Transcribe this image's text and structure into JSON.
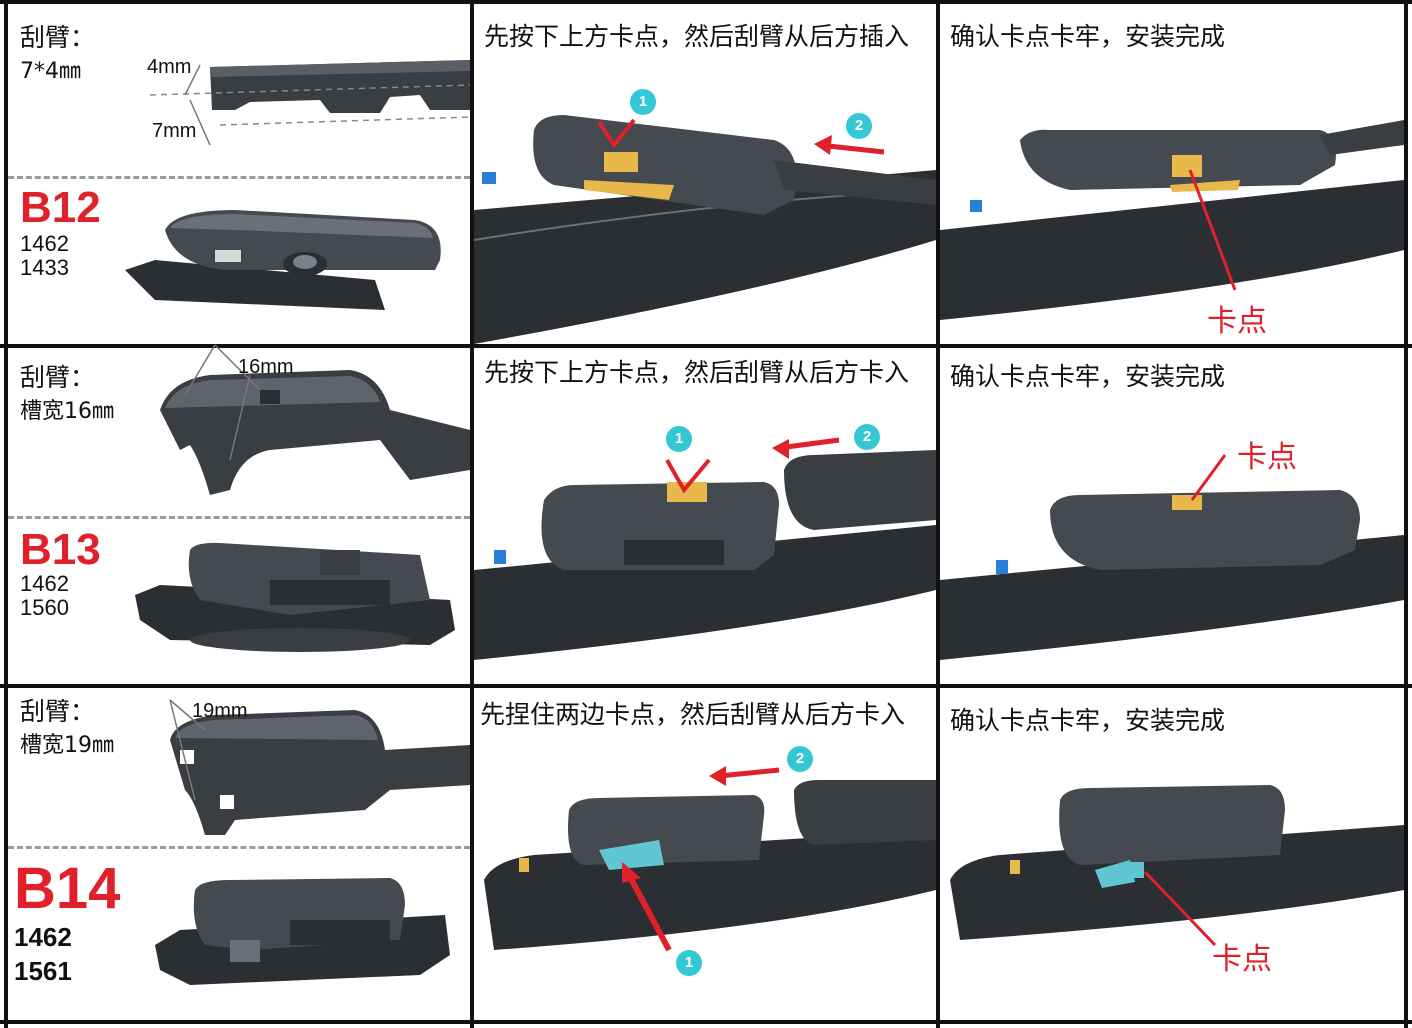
{
  "rows": [
    {
      "arm_label": "刮臂：",
      "arm_spec": "7*4㎜",
      "dims": [
        "4mm",
        "7mm"
      ],
      "model": "B12",
      "codes": [
        "1462",
        "1433"
      ],
      "step": "先按下上方卡点，然后刮臂从后方插入",
      "badges": [
        "1",
        "2"
      ],
      "confirm": "确认卡点卡牢，安装完成",
      "catch": "卡点"
    },
    {
      "arm_label": "刮臂：",
      "arm_spec": "槽宽16㎜",
      "dims": [
        "16mm"
      ],
      "model": "B13",
      "codes": [
        "1462",
        "1560"
      ],
      "step": "先按下上方卡点，然后刮臂从后方卡入",
      "badges": [
        "1",
        "2"
      ],
      "confirm": "确认卡点卡牢，安装完成",
      "catch": "卡点"
    },
    {
      "arm_label": "刮臂：",
      "arm_spec": "槽宽19㎜",
      "dims": [
        "19mm"
      ],
      "model": "B14",
      "codes": [
        "1462",
        "1561"
      ],
      "step": "先捏住两边卡点，然后刮臂从后方卡入",
      "badges": [
        "2",
        "1"
      ],
      "confirm": "确认卡点卡牢，安装完成",
      "catch": "卡点"
    }
  ],
  "colors": {
    "grid": "#111111",
    "accent_red": "#e0202a",
    "badge_cyan": "#35c7d4",
    "clip_yellow": "#e8b84a",
    "part_dark": "#3a3d42"
  }
}
